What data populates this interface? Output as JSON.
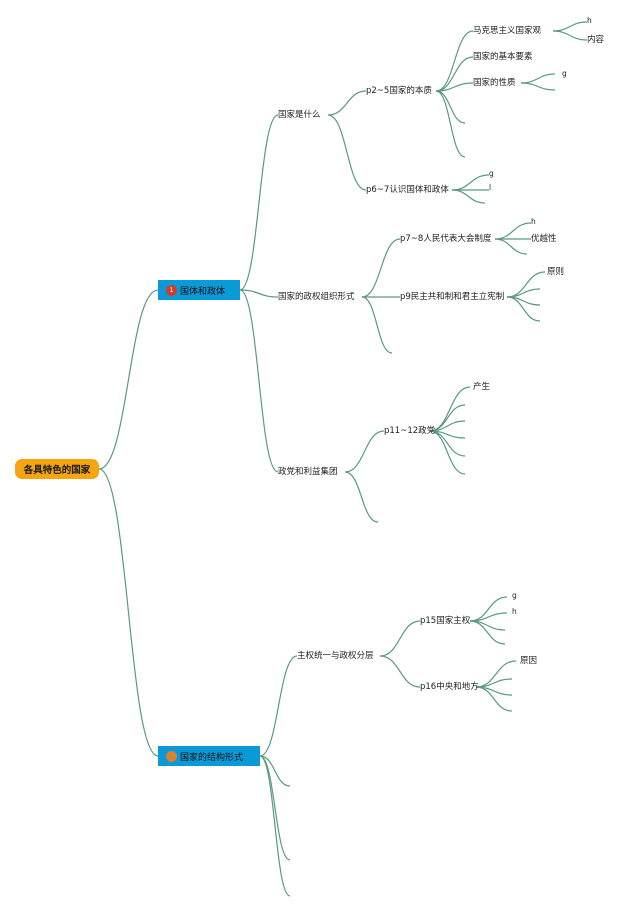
{
  "colors": {
    "edge": "#5a9a82",
    "root_fill": "#f5a50f",
    "main_fill": "#0b9ad8",
    "badge_red": "#d63a2a",
    "badge_orange": "#d9822b"
  },
  "root": {
    "label": "各具特色的国家"
  },
  "main1": {
    "label": "国体和政体",
    "badge_text": "1",
    "badge_icon": "number-circle-icon",
    "topic1": {
      "label": "国家是什么",
      "sub1": {
        "label": "p2~5国家的本质",
        "item1": {
          "label": "马克思主义国家观",
          "leaf1": "h",
          "leaf2": "内容"
        },
        "item2": {
          "label": "国家的基本要素"
        },
        "item3": {
          "label": "国家的性质",
          "leaf1": "g"
        }
      },
      "sub2": {
        "label": "p6~7认识国体和政体",
        "leaf1": "g",
        "leaf2": "l"
      }
    },
    "topic2": {
      "label": "国家的政权组织形式",
      "sub1": {
        "label": "p7~8人民代表大会制度",
        "leaf1": "h",
        "leaf2": "优越性"
      },
      "sub2": {
        "label": "p9民主共和制和君主立宪制",
        "leaf1": "原则"
      }
    },
    "topic3": {
      "label": "政党和利益集团",
      "sub1": {
        "label": "p11~12政党",
        "leaf1": "产生"
      }
    }
  },
  "main2": {
    "label": "国家的结构形式",
    "badge_icon": "orange-circle-icon",
    "topic1": {
      "label": "主权统一与政权分层",
      "sub1": {
        "label": "p15国家主权",
        "leaf1": "g",
        "leaf2": "h"
      },
      "sub2": {
        "label": "p16中央和地方",
        "leaf1": "原因"
      }
    }
  }
}
